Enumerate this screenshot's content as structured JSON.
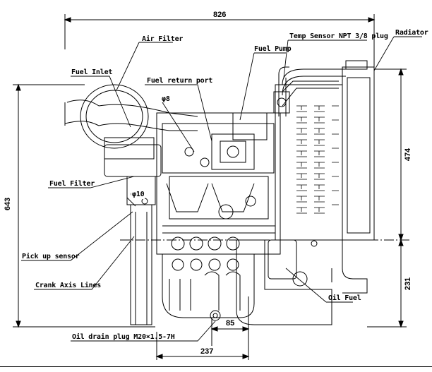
{
  "labels": {
    "air_filter": "Air Filter",
    "fuel_pump": "Fuel Pump",
    "temp_sensor": "Temp Sensor  NPT 3/8 plug",
    "radiator": "Radiator",
    "fuel_inlet": "Fuel Inlet",
    "fuel_return_port": "Fuel return port",
    "phi8": "φ8",
    "phi10": "φ10",
    "fuel_filter": "Fuel Filter",
    "pick_up_sensor": "Pick up sensor",
    "crank_axis_lines": "Crank Axis Lines",
    "oil_fuel": "Oil Fuel",
    "oil_drain_plug": "Oil drain plug M20×1.5-7H"
  },
  "dimensions": {
    "overall_length": "826",
    "overall_height": "643",
    "upper_height": "474",
    "lower_height": "231",
    "offset_85": "85",
    "offset_237": "237"
  }
}
